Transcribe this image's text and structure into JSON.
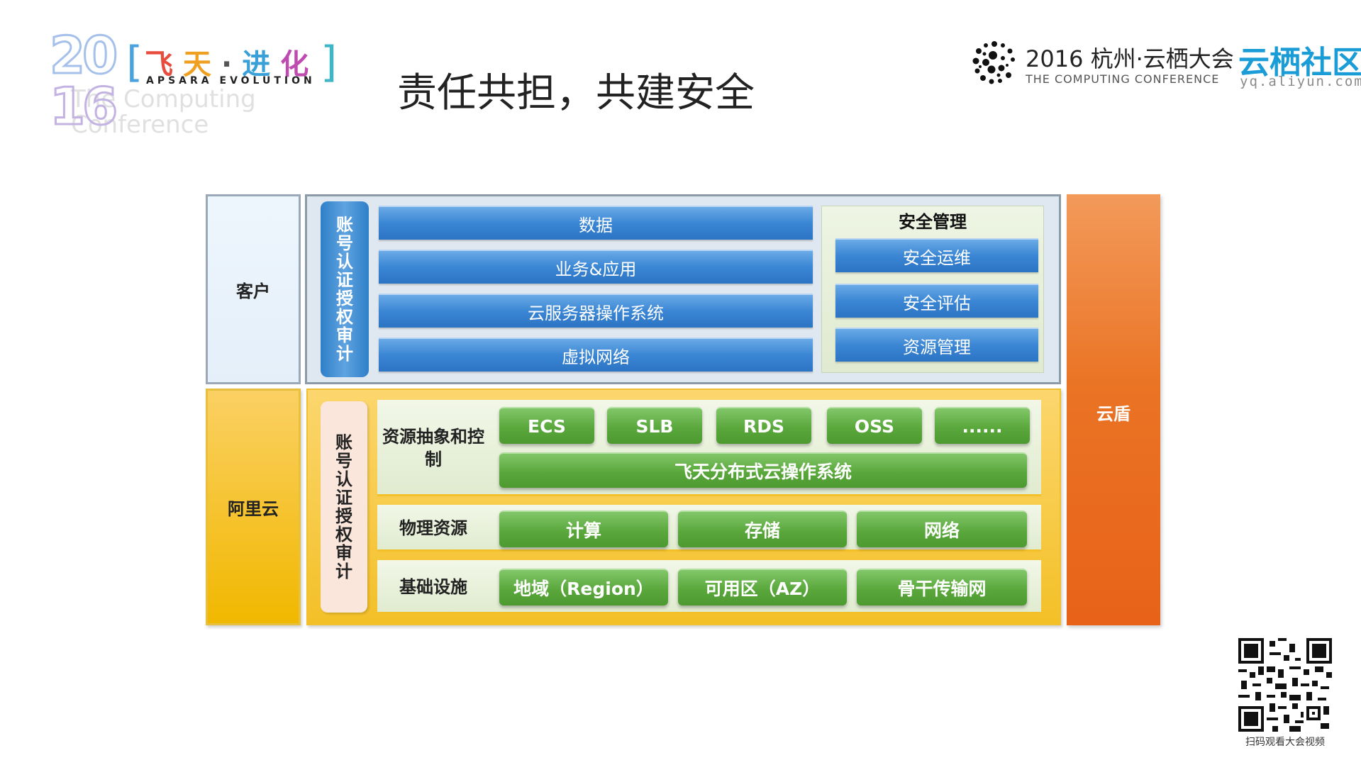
{
  "logo_left": {
    "year_top": "20",
    "year_bottom": "16",
    "ghost_line1": "The Computing",
    "ghost_line2": "Conference",
    "bracket_left": "[",
    "bracket_right": "]",
    "title_chars": [
      "飞",
      "天",
      "·",
      "进",
      "化"
    ],
    "title_colors": [
      "#e84c3d",
      "#f0a020",
      "#555555",
      "#3aa0d8",
      "#c04bb0"
    ],
    "subtitle": "APSARA EVOLUTION"
  },
  "title": "责任共担，共建安全",
  "logo_right": {
    "conference_name": "2016 杭州·云栖大会",
    "conference_en": "THE COMPUTING CONFERENCE",
    "brand": "云栖社区",
    "url": "yq.aliyun.com",
    "brand_color": "#1a9cd6"
  },
  "diagram": {
    "customer_label": "客户",
    "aliyun_label": "阿里云",
    "cloud_shield_label": "云盾",
    "auth_audit_chars": [
      "账",
      "号",
      "认",
      "证",
      "授",
      "权",
      "审",
      "计"
    ],
    "customer_layers": [
      "数据",
      "业务&应用",
      "云服务器操作系统",
      "虚拟网络"
    ],
    "security_title": "安全管理",
    "security_items": [
      "安全运维",
      "安全评估",
      "资源管理"
    ],
    "resource_abstraction_label": "资源抽象和控制",
    "services": [
      "ECS",
      "SLB",
      "RDS",
      "OSS",
      "......"
    ],
    "os_bar": "飞天分布式云操作系统",
    "physical_label": "物理资源",
    "physical_items": [
      "计算",
      "存储",
      "网络"
    ],
    "infra_label": "基础设施",
    "infra_items": [
      "地域（Region）",
      "可用区（AZ）",
      "骨干传输网"
    ],
    "colors": {
      "customer_blue": "#3a86d4",
      "aliyun_yellow": "#f3c027",
      "shield_orange": "#ea7324",
      "service_green": "#5aa83c"
    }
  },
  "qr_caption": "扫码观看大会视频"
}
